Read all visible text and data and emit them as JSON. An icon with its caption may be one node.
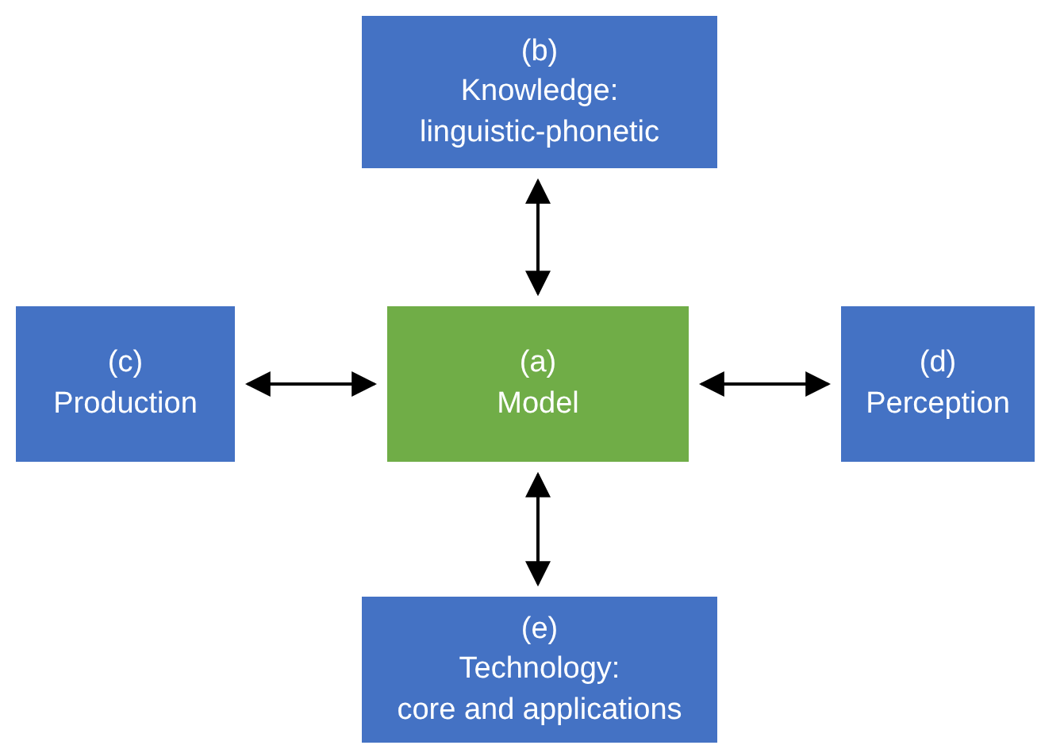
{
  "diagram": {
    "nodes": [
      {
        "text": [
          "(a)",
          "Model"
        ]
      },
      {
        "text": [
          "(b)",
          "Knowledge:",
          "linguistic-phonetic"
        ]
      },
      {
        "text": [
          "(c)",
          "Production"
        ]
      },
      {
        "text": [
          "(d)",
          "Perception"
        ]
      },
      {
        "text": [
          "(e)",
          "Technology:",
          "core and applications"
        ]
      }
    ],
    "edges": [
      {
        "from": 0,
        "to": 1,
        "arrow": "both"
      },
      {
        "from": 2,
        "to": 0,
        "arrow": "both"
      },
      {
        "from": 0,
        "to": 3,
        "arrow": "both"
      },
      {
        "from": 0,
        "to": 4,
        "arrow": "both"
      }
    ]
  }
}
